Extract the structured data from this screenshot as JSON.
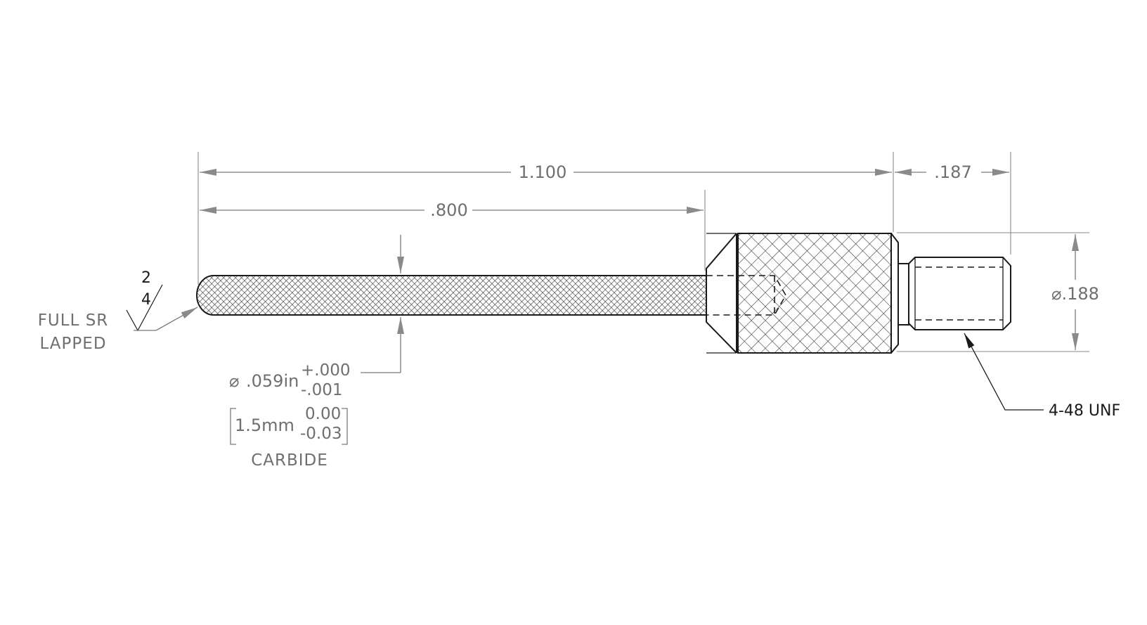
{
  "dimensions": {
    "overall_length": "1.100",
    "stylus_length": ".800",
    "thread_length": ".187",
    "body_diameter": "⌀.188",
    "stylus_diameter_symbol": "⌀",
    "stylus_diameter_in": ".059in",
    "stylus_tol_in_upper": "+.000",
    "stylus_tol_in_lower": "-.001",
    "stylus_diameter_mm": "1.5mm",
    "stylus_tol_mm_upper": "0.00",
    "stylus_tol_mm_lower": "-0.03"
  },
  "notes": {
    "material": "CARBIDE",
    "thread_callout": "4-48 UNF",
    "tip_finish_line1": "FULL SR",
    "tip_finish_line2": "LAPPED",
    "surface_finish_top": "2",
    "surface_finish_bottom": "4"
  },
  "colors": {
    "dimension_gray": "#6f6f6f",
    "part_outline": "#1a1a1a",
    "background": "#ffffff"
  }
}
